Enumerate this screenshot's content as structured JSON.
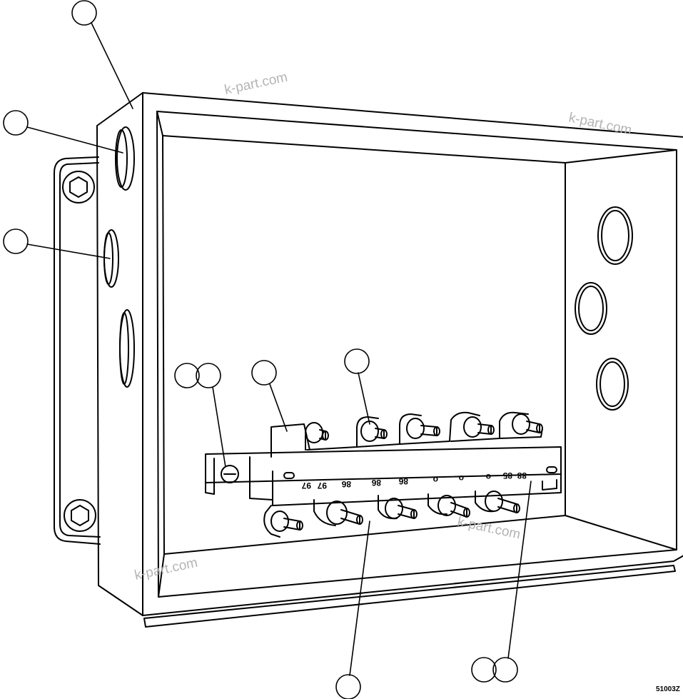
{
  "watermark": {
    "text": "k-part.com"
  },
  "figure_code": "51003Z",
  "terminal_labels": [
    "97",
    "97",
    "86",
    "86",
    "86",
    "o",
    "o",
    "o",
    "85",
    "88"
  ],
  "callouts": [
    {
      "id": "callout-1",
      "label": ""
    },
    {
      "id": "callout-2",
      "label": ""
    },
    {
      "id": "callout-3",
      "label": ""
    },
    {
      "id": "callout-4a",
      "label": ""
    },
    {
      "id": "callout-4b",
      "label": ""
    },
    {
      "id": "callout-5",
      "label": ""
    },
    {
      "id": "callout-6",
      "label": ""
    },
    {
      "id": "callout-7",
      "label": ""
    },
    {
      "id": "callout-8a",
      "label": ""
    },
    {
      "id": "callout-8b",
      "label": ""
    }
  ]
}
